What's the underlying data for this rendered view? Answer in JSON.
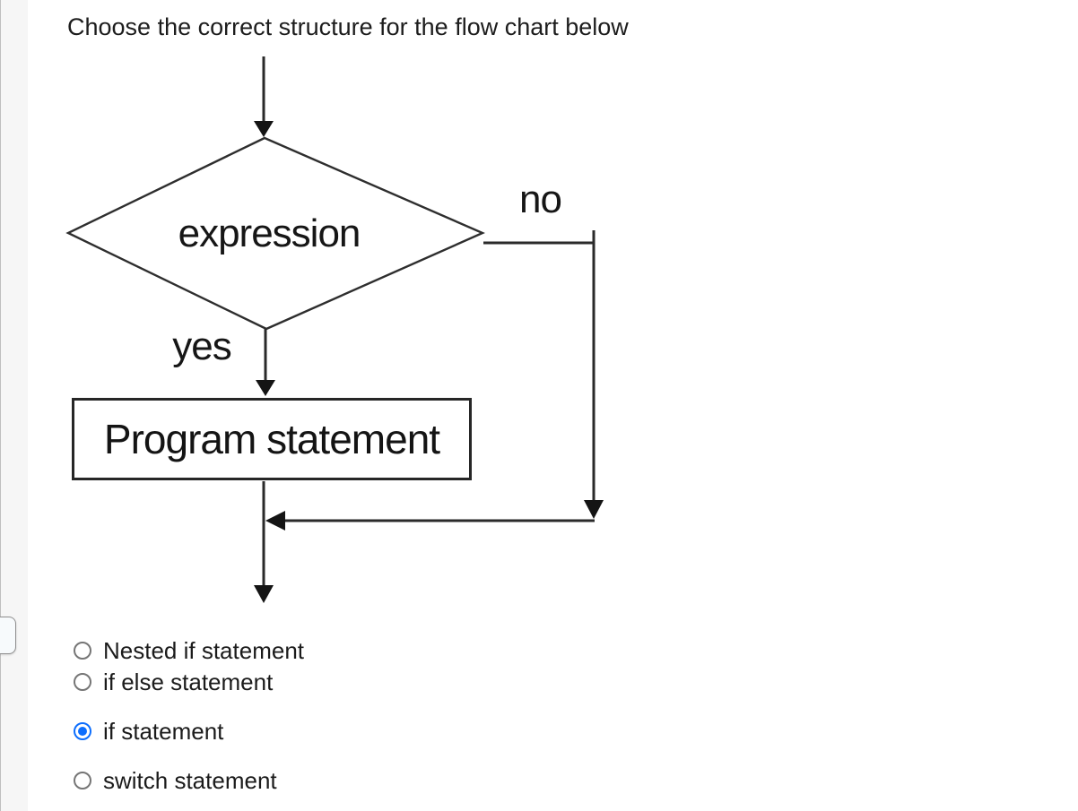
{
  "question": {
    "title": "Choose the correct structure for the flow chart below"
  },
  "flowchart": {
    "decision_label": "expression",
    "yes_label": "yes",
    "no_label": "no",
    "process_label": "Program statement"
  },
  "options": [
    {
      "label": "Nested if statement",
      "selected": false
    },
    {
      "label": "if else statement",
      "selected": false
    },
    {
      "label": "if statement",
      "selected": true
    },
    {
      "label": "switch statement",
      "selected": false
    }
  ],
  "colors": {
    "accent": "#0d6efd",
    "flow_line": "#2a2a2a",
    "rail_background": "#f6f6f6"
  }
}
